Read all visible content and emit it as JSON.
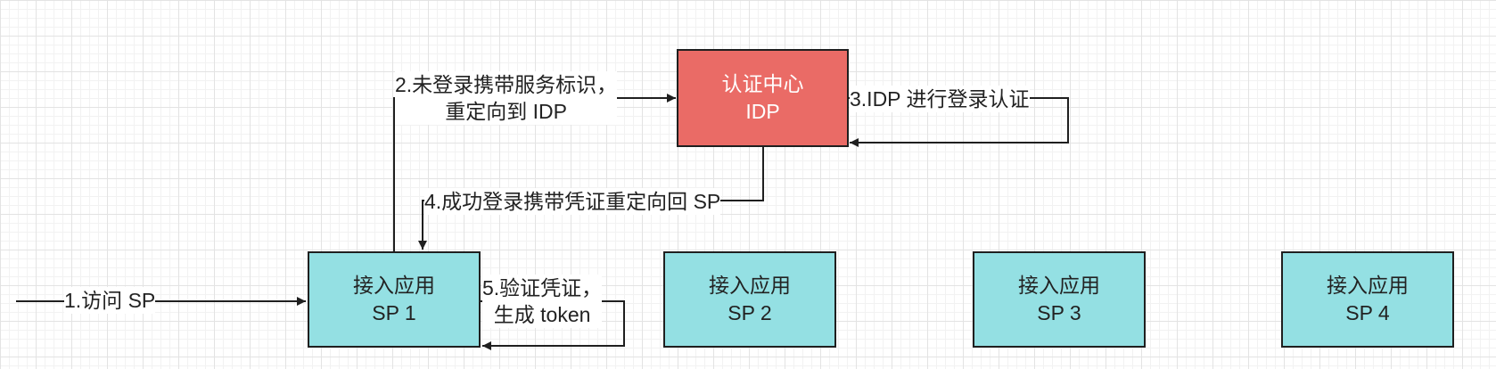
{
  "nodes": {
    "idp": {
      "line1": "认证中心",
      "line2": "IDP"
    },
    "sp1": {
      "line1": "接入应用",
      "line2": "SP 1"
    },
    "sp2": {
      "line1": "接入应用",
      "line2": "SP 2"
    },
    "sp3": {
      "line1": "接入应用",
      "line2": "SP 3"
    },
    "sp4": {
      "line1": "接入应用",
      "line2": "SP 4"
    }
  },
  "edges": {
    "step1": "1.访问 SP",
    "step2": {
      "line1": "2.未登录携带服务标识，",
      "line2": "重定向到 IDP"
    },
    "step3": "3.IDP 进行登录认证",
    "step4": "4.成功登录携带凭证重定向回 SP",
    "step5": {
      "line1": "5.验证凭证，",
      "line2": "生成 token"
    }
  },
  "colors": {
    "idp_fill": "#ea6b66",
    "sp_fill": "#94e0e3",
    "stroke": "#1f1f1f"
  }
}
